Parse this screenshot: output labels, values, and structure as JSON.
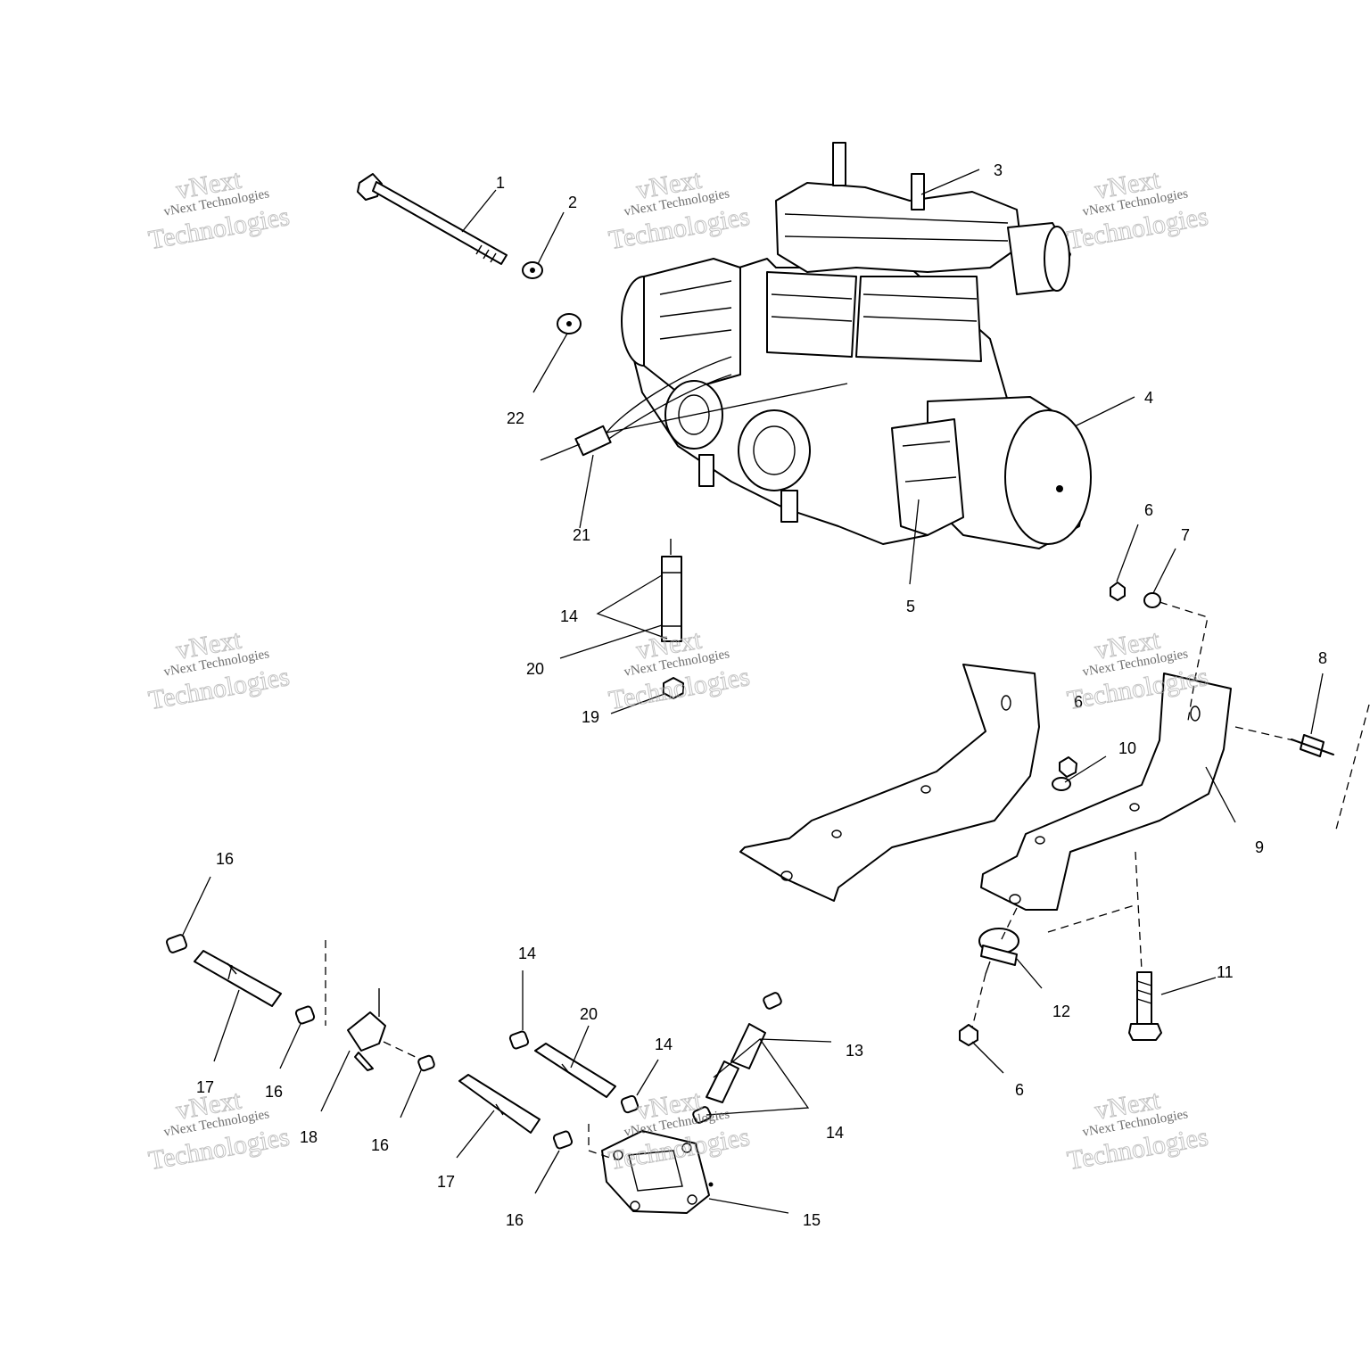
{
  "callouts": [
    "1",
    "2",
    "3",
    "4",
    "5",
    "6",
    "7",
    "8",
    "9",
    "10",
    "11",
    "12",
    "13",
    "14",
    "15",
    "16",
    "17",
    "18",
    "19",
    "20",
    "21",
    "22"
  ],
  "watermark": {
    "line1": "vNext Technologies",
    "outline_a": "vNext",
    "outline_b": "Technologies"
  },
  "colors": {
    "ink": "#000000",
    "background": "#ffffff",
    "watermark": "#aaaaaa"
  }
}
